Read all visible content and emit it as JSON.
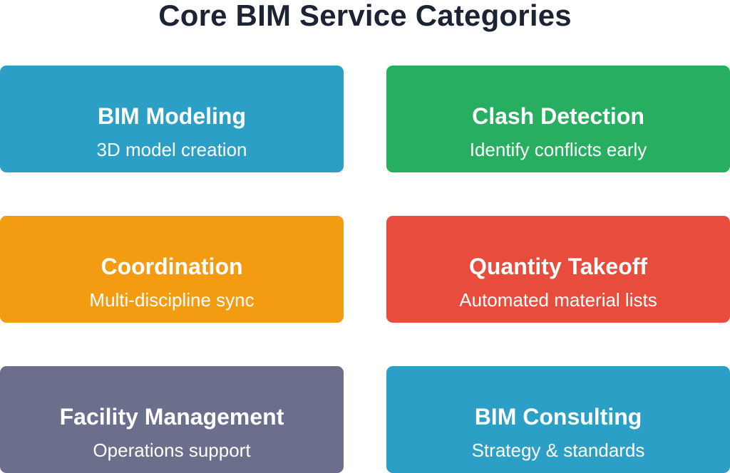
{
  "title": "Core BIM Service Categories",
  "cards": [
    {
      "title": "BIM Modeling",
      "subtitle": "3D model creation",
      "color": "#2b9fc6"
    },
    {
      "title": "Clash Detection",
      "subtitle": "Identify conflicts early",
      "color": "#27ae60"
    },
    {
      "title": "Coordination",
      "subtitle": "Multi-discipline sync",
      "color": "#f39c12"
    },
    {
      "title": "Quantity Takeoff",
      "subtitle": "Automated material lists",
      "color": "#e74c3c"
    },
    {
      "title": "Facility Management",
      "subtitle": "Operations support",
      "color": "#6b6f8c"
    },
    {
      "title": "BIM Consulting",
      "subtitle": "Strategy & standards",
      "color": "#2b9fc6"
    }
  ]
}
